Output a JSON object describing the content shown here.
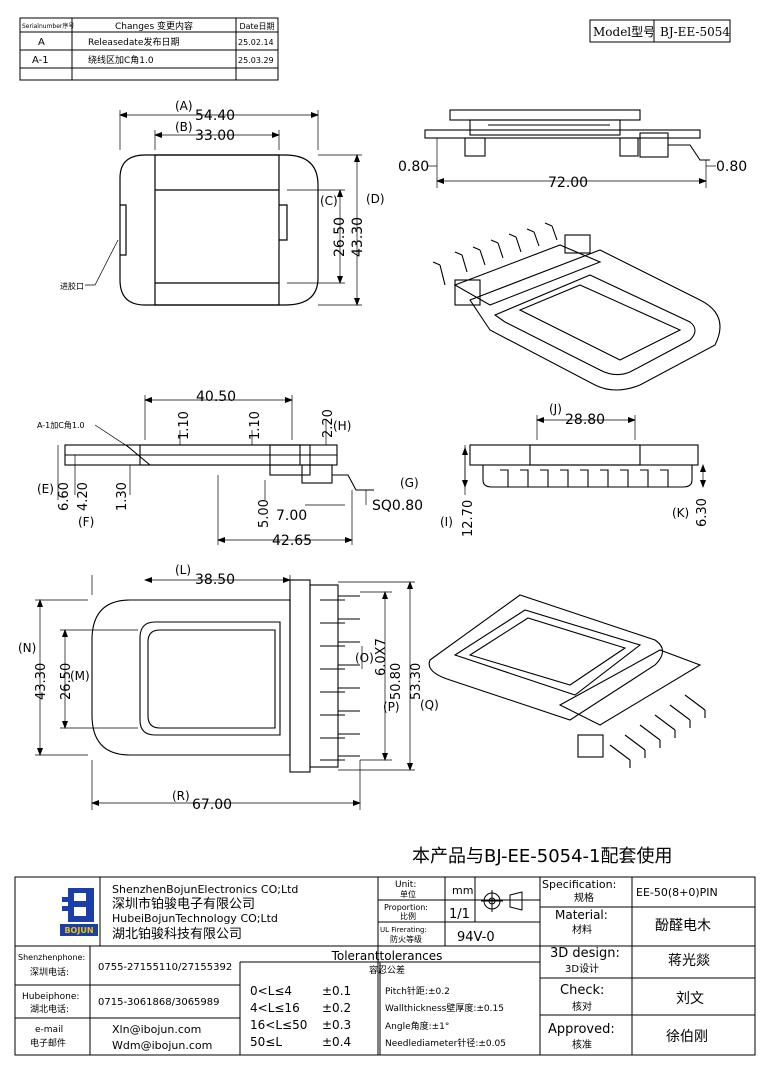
{
  "revision": {
    "headers": {
      "serial": "Serialnumber序号",
      "changes": "Changes 变更内容",
      "date": "Date日期"
    },
    "rows": [
      {
        "serial": "A",
        "change": "Releasedate发布日期",
        "date": "25.02.14"
      },
      {
        "serial": "A-1",
        "change": "绕线区加C角1.0",
        "date": "25.03.29"
      }
    ]
  },
  "model": {
    "label": "Model型号",
    "value": "BJ-EE-5054"
  },
  "dims": {
    "A": "54.40",
    "A_tag": "(A)",
    "B": "33.00",
    "B_tag": "(B)",
    "C": "26.50",
    "C_tag": "(C)",
    "D": "43.30",
    "D_tag": "(D)",
    "gate": "进胶口",
    "side080L": "0.80",
    "side080R": "0.80",
    "overall72": "72.00",
    "w4050": "40.50",
    "h110a": "1.10",
    "h110b": "1.10",
    "h220": "2.20",
    "H_tag": "(H)",
    "note_A1": "A-1加C角1.0",
    "E": "6.60",
    "E_tag": "(E)",
    "F": "4.20",
    "F_tag": "(F)",
    "h130": "1.30",
    "h500": "5.00",
    "w700": "7.00",
    "G_tag": "(G)",
    "sq": "SQ0.80",
    "w4265": "42.65",
    "J": "28.80",
    "J_tag": "(J)",
    "I": "12.70",
    "I_tag": "(I)",
    "K": "6.30",
    "K_tag": "(K)",
    "L": "38.50",
    "L_tag": "(L)",
    "N": "43.30",
    "N_tag": "(N)",
    "M": "26.50",
    "M_tag": "(M)",
    "O": "6.0X7",
    "O_tag": "(O)",
    "P": "50.80",
    "P_tag": "(P)",
    "Q": "53.30",
    "Q_tag": "(Q)",
    "R": "67.00",
    "R_tag": "(R)"
  },
  "note_main": "本产品与BJ-EE-5054-1配套使用",
  "title_block": {
    "company_en1": "ShenzhenBojunElectronics CO;Ltd",
    "company_cn1": "深圳市铂骏电子有限公司",
    "company_en2": "HubeiBojunTechnology CO;Ltd",
    "company_cn2": "湖北铂骏科技有限公司",
    "logo_text": "BOJUN",
    "unit_label": "Unit:",
    "unit_cn": "单位",
    "unit_value": "mm",
    "prop_label": "Proportion:",
    "prop_cn": "比例",
    "prop_value": "1/1",
    "fire_label": "UL Firerating:",
    "fire_cn": "防火等级",
    "fire_value": "94V-0",
    "spec_label": "Specification:",
    "spec_cn": "规格",
    "spec_value": "EE-50(8+0)PIN",
    "mat_label": "Material:",
    "mat_cn": "材料",
    "mat_value": "酚醛电木",
    "design_label": "3D design:",
    "design_cn": "3D设计",
    "design_value": "蒋光燚",
    "check_label": "Check:",
    "check_cn": "核对",
    "check_value": "刘文",
    "approved_label": "Approved:",
    "approved_cn": "核准",
    "approved_value": "徐伯刚",
    "sz_phone_label": "Shenzhenphone:",
    "sz_phone_cn": "深圳电话:",
    "sz_phone": "0755-27155110/27155392",
    "hb_phone_label": "Hubeiphone:",
    "hb_phone_cn": "湖北电话:",
    "hb_phone": "0715-3061868/3065989",
    "email_label": "e-mail",
    "email_cn": "电子邮件",
    "email1": "Xln@ibojun.com",
    "email2": "Wdm@ibojun.com",
    "tol_title": "Toleranttolerances",
    "tol_cn": "容忍公差",
    "tol_rows": [
      {
        "range": "0<L≤4",
        "tol": "±0.1"
      },
      {
        "range": "4<L≤16",
        "tol": "±0.2"
      },
      {
        "range": "16<L≤50",
        "tol": "±0.3"
      },
      {
        "range": "50≤L",
        "tol": "±0.4"
      }
    ],
    "pitch": "Pitch针距:±0.2",
    "wall": "Wallthickness壁厚度:±0.15",
    "angle": "Angle角度:±1°",
    "needle": "Needlediameter针径:±0.05"
  }
}
